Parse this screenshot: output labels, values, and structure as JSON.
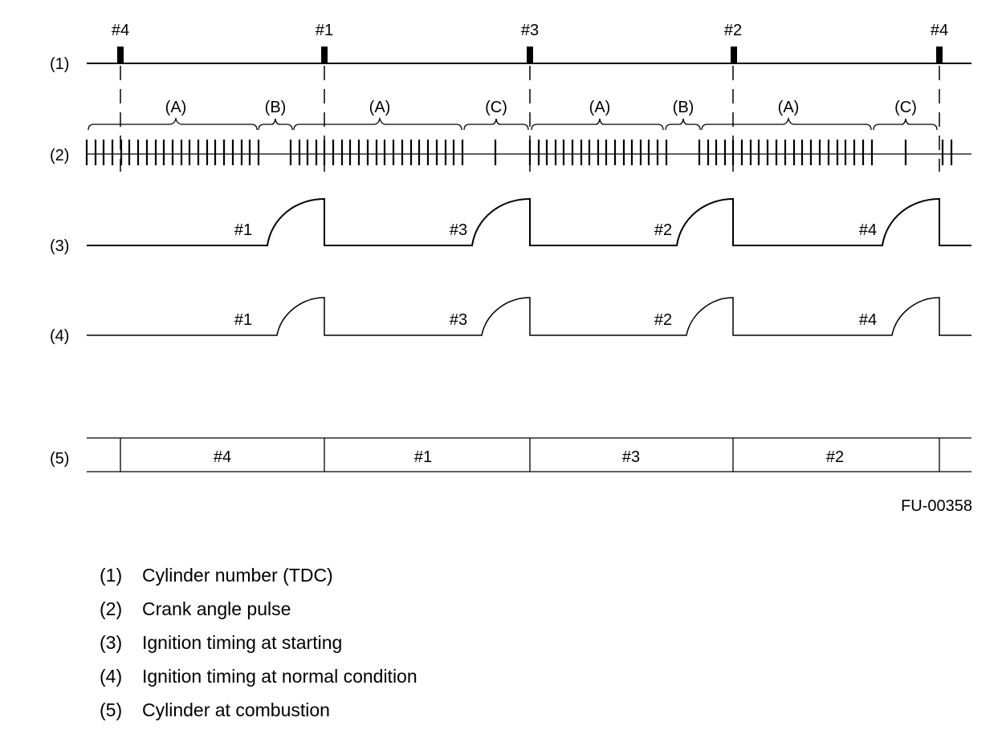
{
  "row_labels": [
    "(1)",
    "(2)",
    "(3)",
    "(4)",
    "(5)"
  ],
  "tdc_marks": [
    "#4",
    "#1",
    "#3",
    "#2",
    "#4"
  ],
  "sections": [
    "(A)",
    "(B)",
    "(A)",
    "(C)",
    "(A)",
    "(B)",
    "(A)",
    "(C)"
  ],
  "ignition_start_labels": [
    "#1",
    "#3",
    "#2",
    "#4"
  ],
  "ignition_normal_labels": [
    "#1",
    "#3",
    "#2",
    "#4"
  ],
  "combustion_cells": [
    "#4",
    "#1",
    "#3",
    "#2"
  ],
  "figure_code": "FU-00358",
  "legend": [
    {
      "num": "(1)",
      "text": "Cylinder number (TDC)"
    },
    {
      "num": "(2)",
      "text": "Crank angle pulse"
    },
    {
      "num": "(3)",
      "text": "Ignition timing at starting"
    },
    {
      "num": "(4)",
      "text": "Ignition timing at normal condition"
    },
    {
      "num": "(5)",
      "text": "Cylinder at combustion"
    }
  ]
}
